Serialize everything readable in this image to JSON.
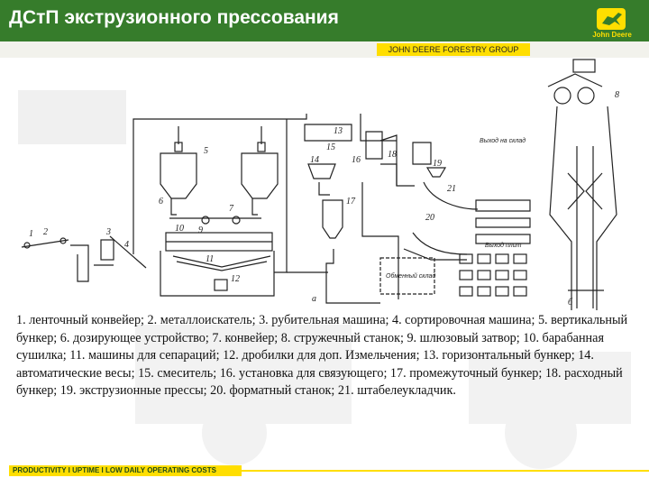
{
  "header": {
    "title": "ДСтП экструзионного прессования",
    "brand": "John Deere",
    "group_label": "JOHN DEERE FORESTRY GROUP"
  },
  "caption": {
    "text": "1. ленточный конвейер; 2. металлоискатель; 3. рубительная машина; 4. сортировочная машина; 5. вертикальный бункер; 6. дозирующее устройство; 7. конвейер; 8. стружечный станок; 9. шлюзовый затвор; 10. барабанная сушилка; 11. машины для сепараций; 12. дробилки для доп. Измельчения; 13. горизонтальный бункер; 14. автоматические весы; 15. смеситель; 16. установка для связующего; 17. промежуточный бункер; 18. расходный бункер; 19. экструзионные прессы; 20. форматный станок; 21. штабелеукладчик."
  },
  "diagram": {
    "labels": {
      "n1": "1",
      "n2": "2",
      "n3": "3",
      "n4": "4",
      "n5": "5",
      "n6": "6",
      "n7": "7",
      "n8": "8",
      "n9": "9",
      "n10": "10",
      "n11": "11",
      "n12": "12",
      "n13": "13",
      "n14": "14",
      "n15": "15",
      "n16": "16",
      "n17": "17",
      "n18": "18",
      "n19": "19",
      "n20": "20",
      "n21": "21",
      "a": "а",
      "b": "б",
      "warehouse": "Обменный склад",
      "output": "Выход на склад",
      "output2": "Выход плит"
    }
  },
  "footer": {
    "text": "PRODUCTIVITY  I  UPTIME  I  LOW DAILY OPERATING COSTS"
  },
  "colors": {
    "header_green": "#367c2b",
    "accent_yellow": "#ffde00"
  }
}
